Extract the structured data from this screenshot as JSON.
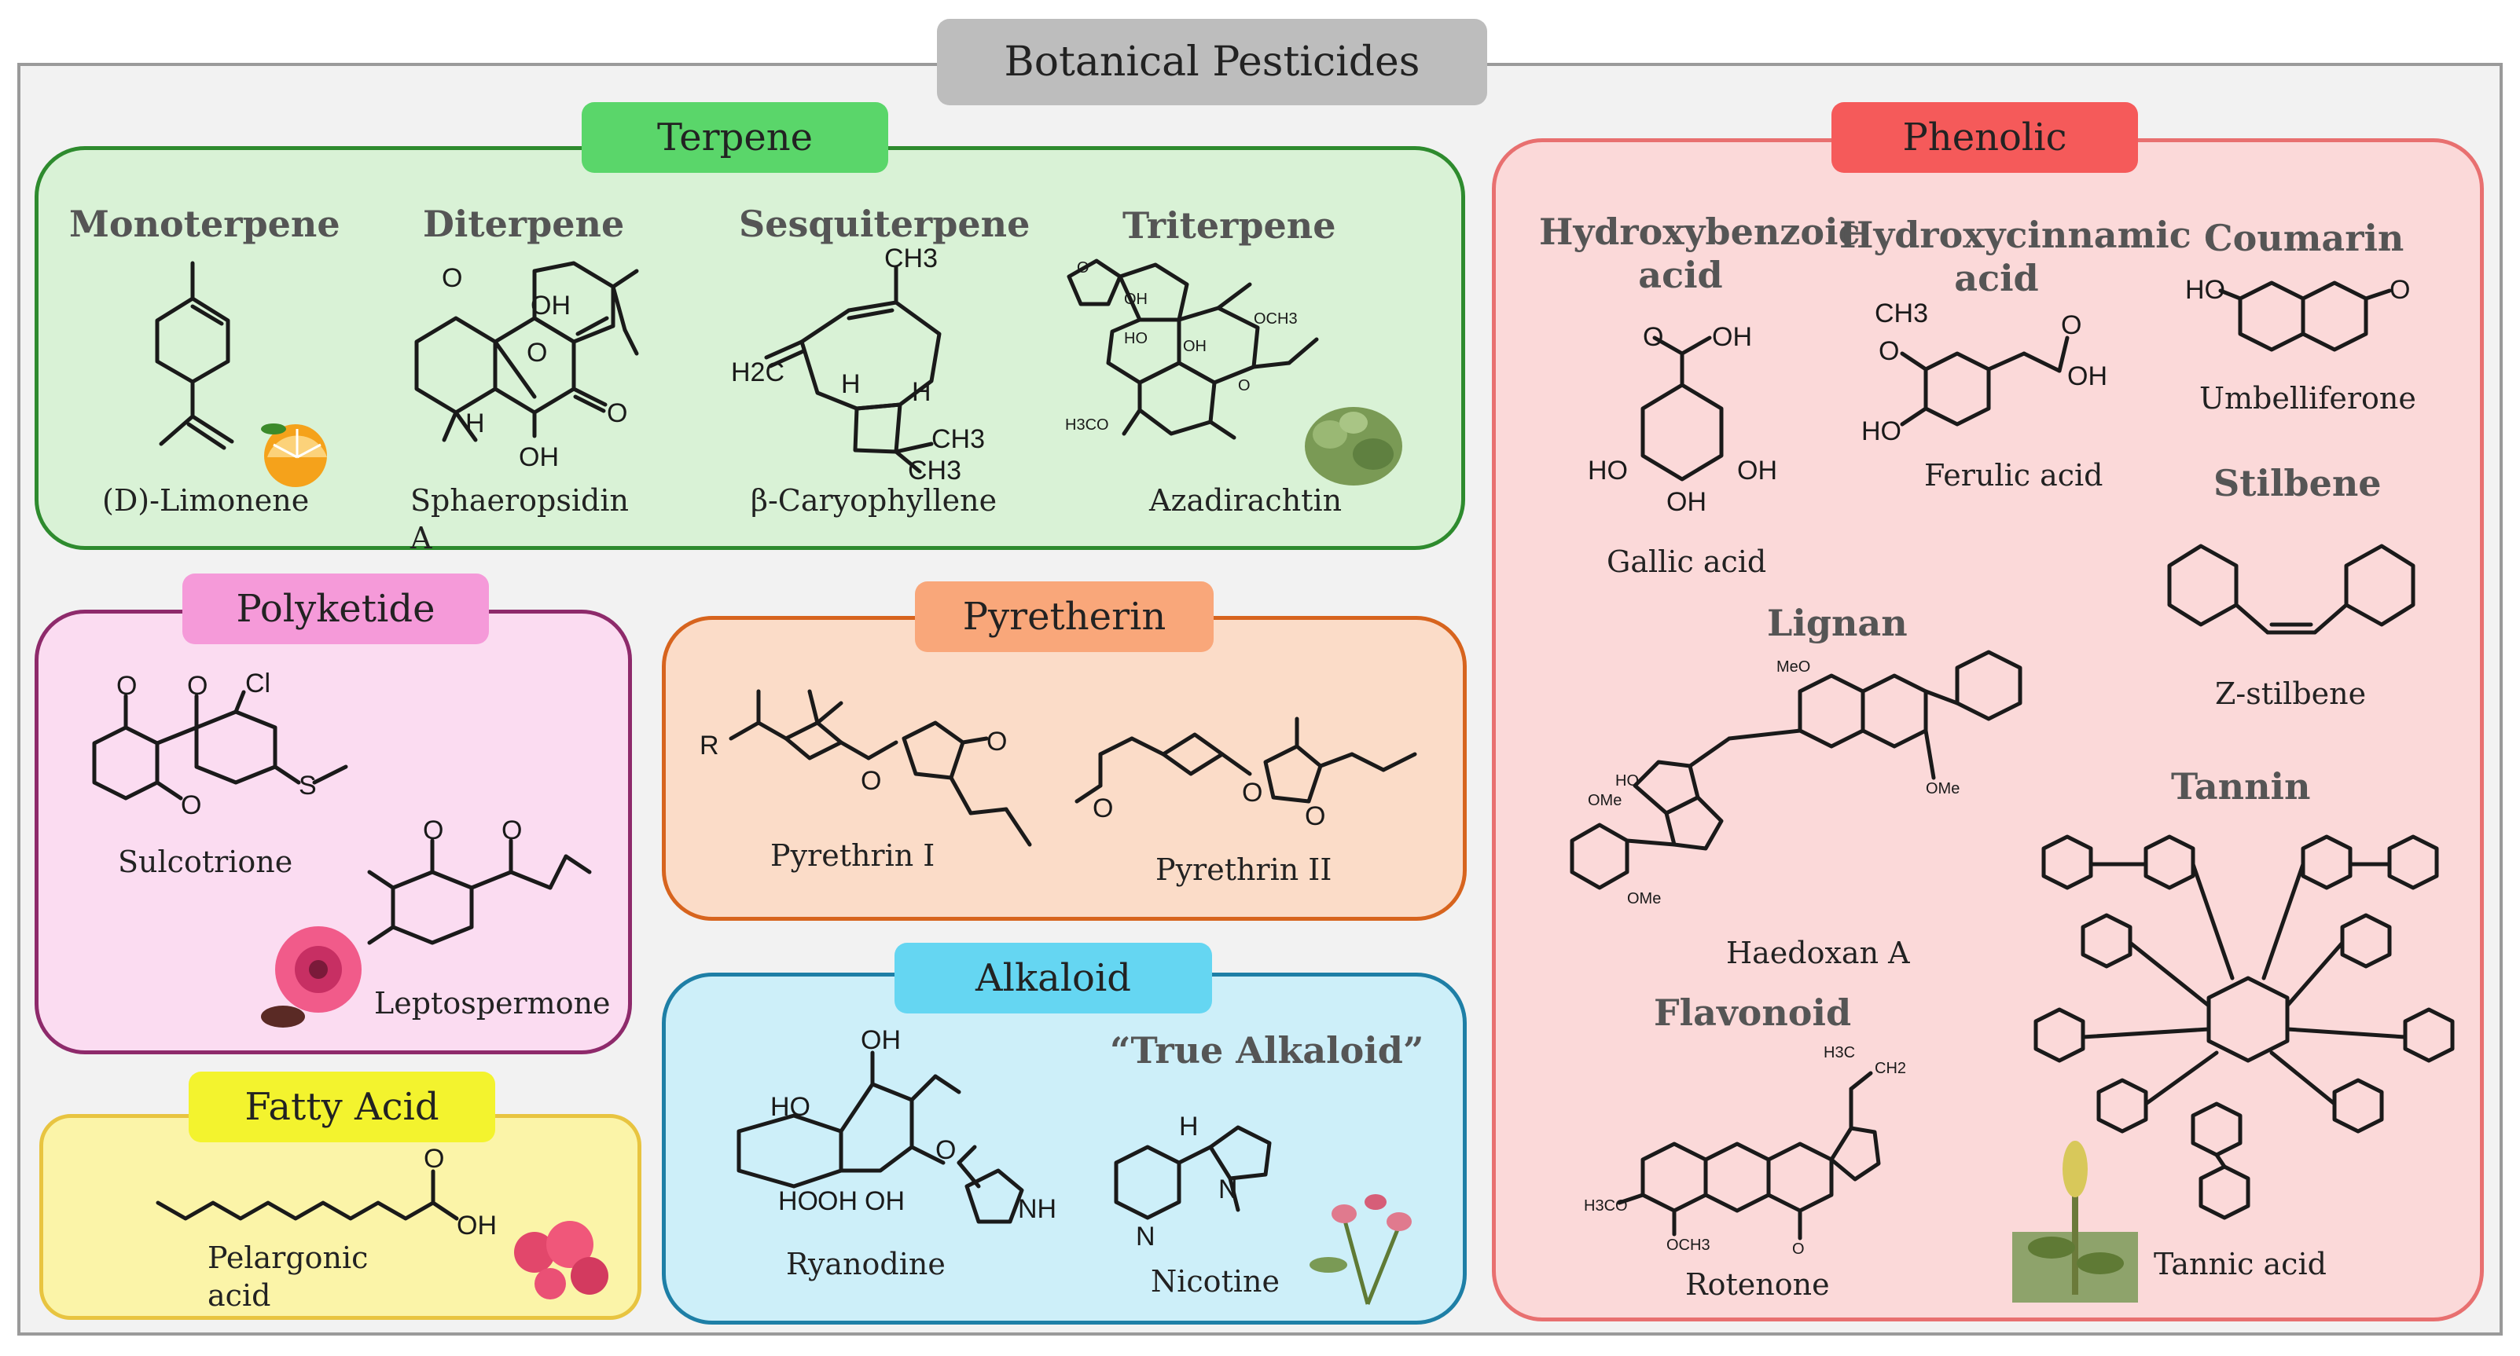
{
  "title": "Botanical Pesticides",
  "colors": {
    "title_pill": "#bdbdbd",
    "terpene": "#5ad66a",
    "terpene_bg": "#d9f2d6",
    "terpene_border": "#2e8b2e",
    "phenolic": "#f55a5a",
    "phenolic_bg": "#fbd9d9",
    "phenolic_border": "#e87070",
    "polyketide": "#f59ad9",
    "polyketide_bg": "#fbdcf1",
    "polyketide_border": "#8e2a6b",
    "pyretherin": "#f9a77a",
    "pyretherin_bg": "#fbdcc8",
    "pyretherin_border": "#d7641e",
    "alkaloid": "#65d6f2",
    "alkaloid_bg": "#cdeff9",
    "alkaloid_border": "#1e7fa6",
    "fatty": "#f3f32e",
    "fatty_bg": "#fbf4a8",
    "fatty_border": "#e8c440"
  },
  "terpene": {
    "label": "Terpene",
    "classes": [
      "Monoterpene",
      "Diterpene",
      "Sesquiterpene",
      "Triterpene"
    ],
    "compounds": [
      "(D)-Limonene",
      "Sphaeropsidin A",
      "β-Caryophyllene",
      "Azadirachtin"
    ]
  },
  "phenolic": {
    "label": "Phenolic",
    "classes": [
      "Hydroxybenzoic acid",
      "Hydroxycinnamic acid",
      "Coumarin",
      "Stilbene",
      "Lignan",
      "Tannin",
      "Flavonoid"
    ],
    "compounds": [
      "Gallic acid",
      "Ferulic acid",
      "Umbelliferone",
      "Z-stilbene",
      "Haedoxan A",
      "Tannic acid",
      "Rotenone"
    ]
  },
  "polyketide": {
    "label": "Polyketide",
    "compounds": [
      "Sulcotrione",
      "Leptospermone"
    ]
  },
  "pyretherin": {
    "label": "Pyretherin",
    "compounds": [
      "Pyrethrin I",
      "Pyrethrin II"
    ]
  },
  "alkaloid": {
    "label": "Alkaloid",
    "class": "“True Alkaloid”",
    "compounds": [
      "Ryanodine",
      "Nicotine"
    ]
  },
  "fatty": {
    "label": "Fatty Acid",
    "compound": "Pelargonic acid"
  },
  "atoms": {
    "oh": "OH",
    "ho": "HO",
    "o": "O",
    "h": "H",
    "n": "N",
    "nh": "NH",
    "cl": "Cl",
    "s": "S",
    "ch3": "CH3",
    "h2c": "H2C",
    "och3": "OCH3",
    "h3co": "H3CO",
    "ome": "OMe",
    "meo": "MeO",
    "r": "R",
    "h3c": "H3C",
    "ch2": "CH2"
  }
}
